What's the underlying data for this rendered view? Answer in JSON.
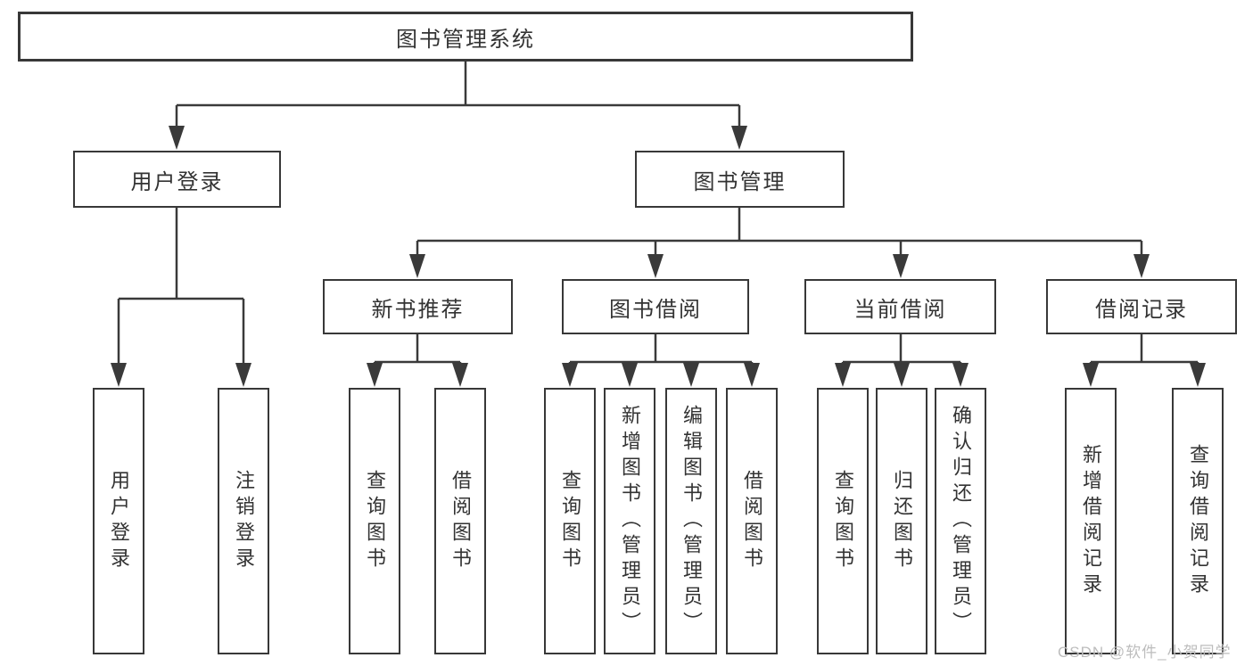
{
  "diagram": {
    "title": "图书管理系统",
    "root": {
      "label": "图书管理系统"
    },
    "branches": [
      {
        "label": "用户登录",
        "children": [
          {
            "label": "用户登录"
          },
          {
            "label": "注销登录"
          }
        ]
      },
      {
        "label": "图书管理",
        "children": [
          {
            "label": "新书推荐",
            "children": [
              {
                "label": "查询图书"
              },
              {
                "label": "借阅图书"
              }
            ]
          },
          {
            "label": "图书借阅",
            "children": [
              {
                "label": "查询图书"
              },
              {
                "label": "新增图书（管理员）"
              },
              {
                "label": "编辑图书（管理员）"
              },
              {
                "label": "借阅图书"
              }
            ]
          },
          {
            "label": "当前借阅",
            "children": [
              {
                "label": "查询图书"
              },
              {
                "label": "归还图书"
              },
              {
                "label": "确认归还（管理员）"
              }
            ]
          },
          {
            "label": "借阅记录",
            "children": [
              {
                "label": "新增借阅记录"
              },
              {
                "label": "查询借阅记录"
              }
            ]
          }
        ]
      }
    ]
  },
  "watermark": {
    "text": "CSDN @软件_小贺同学"
  },
  "colors": {
    "line": "#3a3a3a",
    "box_border": "#383838",
    "text": "#333333",
    "watermark": "#bdbdbd",
    "background": "#ffffff"
  }
}
